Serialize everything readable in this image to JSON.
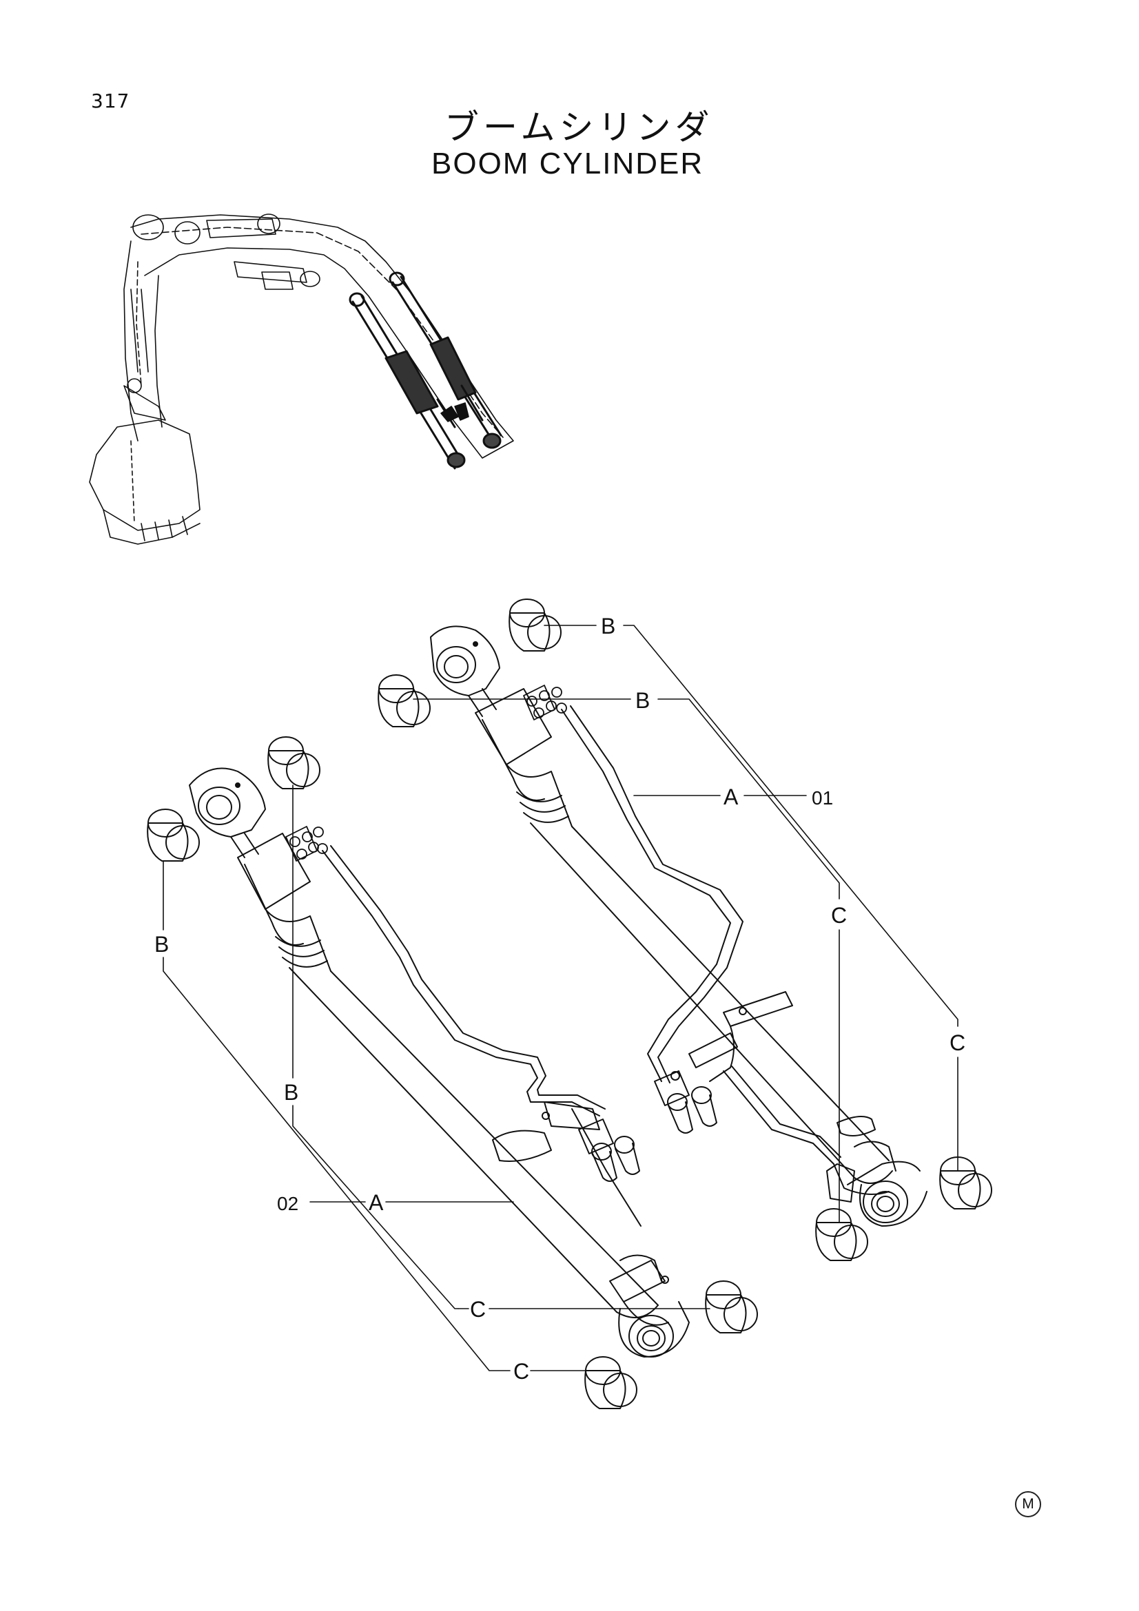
{
  "page_number": "317",
  "title_jp": "ブームシリンダ",
  "title_en": "BOOM CYLINDER",
  "labels": {
    "a": "A",
    "b": "B",
    "c": "C",
    "part_01": "01",
    "part_02": "02"
  },
  "logo_mark": "M"
}
